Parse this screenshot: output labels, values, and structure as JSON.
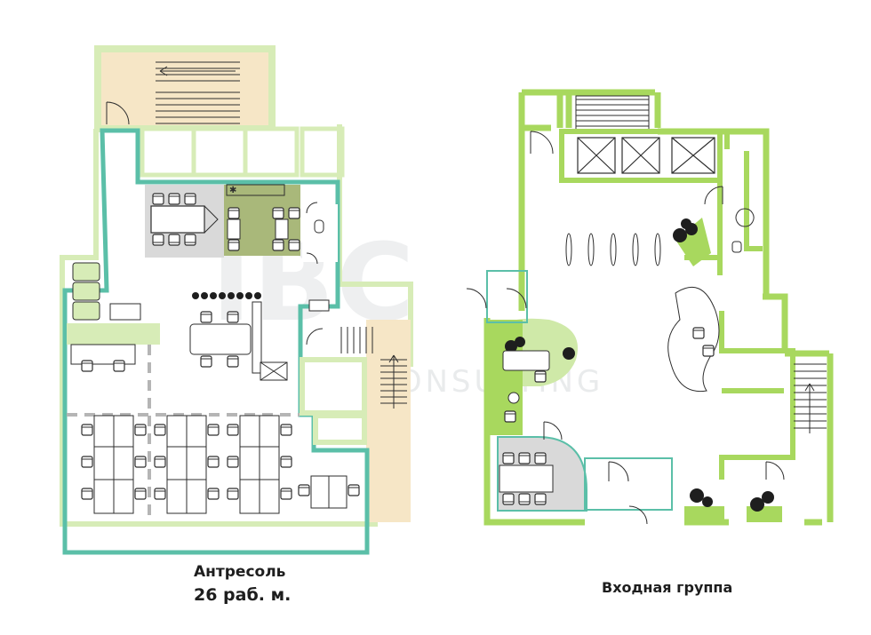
{
  "watermark": {
    "brand": "IBC",
    "subtitle": "CONSULTING"
  },
  "captions": {
    "left_line1": "Антресоль",
    "left_line2": "26 раб. м.",
    "right": "Входная группа"
  },
  "colors": {
    "wall_green": "#a8d85e",
    "wall_light": "#d7ecb7",
    "border_teal": "#5bbfa8",
    "stair_beige": "#f6e6c6",
    "room_grey": "#d9d9d9",
    "kitchen_green": "#a9b87a",
    "furniture_stroke": "#2e2e2e",
    "plant_dark": "#1e1e1e"
  }
}
